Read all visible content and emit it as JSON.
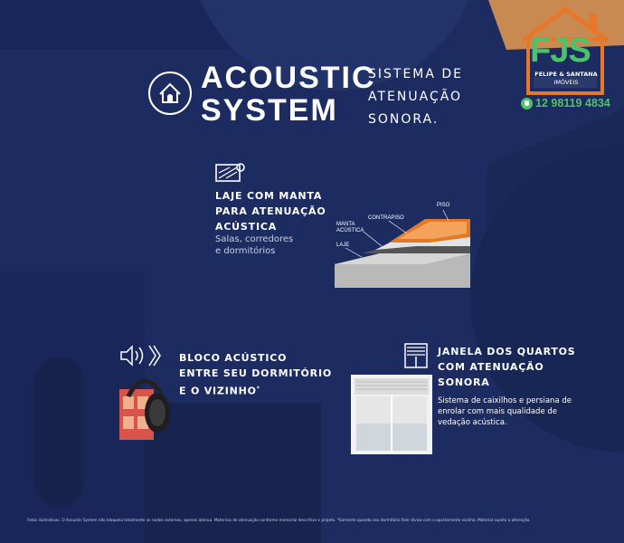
{
  "header": {
    "title_line1": "ACOUSTIC",
    "title_line2": "SYSTEM",
    "subtitle_line1": "SISTEMA DE",
    "subtitle_line2": "ATENUAÇÃO",
    "subtitle_line3": "SONORA."
  },
  "logo": {
    "brand_letters": "FJS",
    "brand_name": "FELIPE & SANTANA",
    "brand_sub": "IMÓVEIS",
    "phone": "12 98119 4834"
  },
  "features": {
    "laje": {
      "title_line1": "LAJE COM MANTA",
      "title_line2": "PARA ATENUAÇÃO",
      "title_line3": "ACÚSTICA",
      "desc_line1": "Salas, corredores",
      "desc_line2": "e dormitórios"
    },
    "bloco": {
      "title_line1": "BLOCO ACÚSTICO",
      "title_line2": "ENTRE SEU DORMITÓRIO",
      "title_line3": "E O VIZINHO",
      "title_sup": "*"
    },
    "janela": {
      "title_line1": "JANELA DOS QUARTOS",
      "title_line2": "COM ATENUAÇÃO",
      "title_line3": "SONORA",
      "desc_line1": "Sistema de caixilhos e persiana de",
      "desc_line2": "enrolar com mais qualidade de",
      "desc_line3": "vedação acústica."
    }
  },
  "diagram_labels": {
    "piso": "PISO",
    "contrapiso": "CONTRAPISO",
    "manta1": "MANTA",
    "manta2": "ACÚSTICA",
    "laje": "LAJE"
  },
  "footer": {
    "disclaimer": "Fotos ilustrativas. O Acoustic System não bloqueia totalmente os ruídos externos, apenas atenua. Materiais de atenuação conforme memorial descritivo e projeto. *Somente quando seu dormitório fizer divisa com o apartamento vizinho. Material sujeito a alteração."
  },
  "colors": {
    "background": "#1c2b5e",
    "background_dark": "#17244f",
    "accent_orange": "#e8762b",
    "accent_green": "#4cc36a"
  }
}
